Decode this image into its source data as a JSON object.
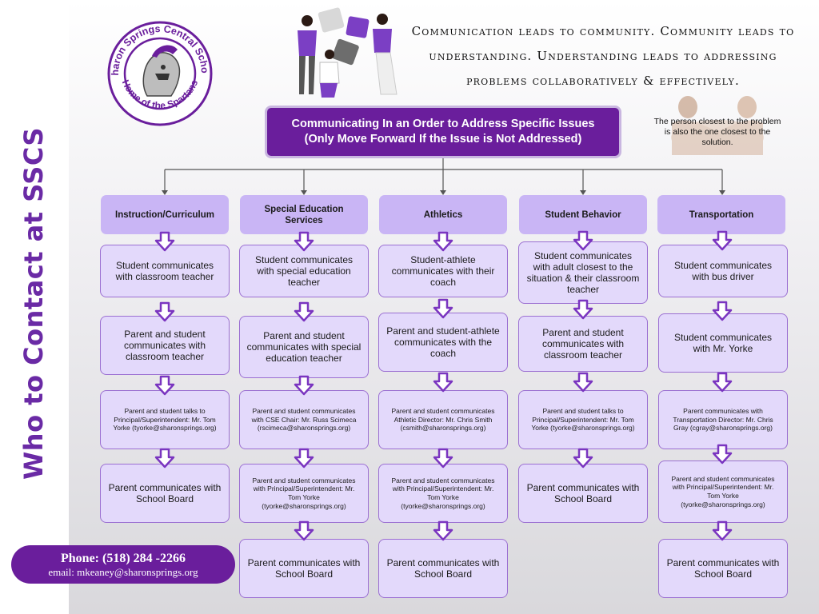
{
  "side_title": "Who to Contact at SSCS",
  "logo": {
    "top_text": "Sharon Springs Central School",
    "bottom_text": "Home of the Spartans"
  },
  "quote": "Communication leads to community. Community leads to understanding. Understanding leads to addressing problems collaboratively & effectively.",
  "main_header": {
    "line1": "Communicating In an Order to Address Specific Issues",
    "line2": "(Only Move Forward If the Issue is Not Addressed)"
  },
  "side_note": "The person closest to the problem is also the one closest to the solution.",
  "columns": [
    {
      "header": "Instruction/Curriculum",
      "steps": [
        "Student communicates with classroom teacher",
        "Parent and student communicates with classroom teacher",
        "Parent and student talks to Principal/Superintendent:  Mr. Tom Yorke (tyorke@sharonsprings.org)",
        "Parent communicates with School Board"
      ]
    },
    {
      "header": "Special Education Services",
      "steps": [
        "Student communicates with special education teacher",
        "Parent and student communicates with special education teacher",
        "Parent and student communicates with CSE Chair: Mr. Russ Scimeca (rscimeca@sharonsprings.org)",
        "Parent and student communicates with Principal/Superintendent:  Mr. Tom Yorke (tyorke@sharonsprings.org)",
        "Parent communicates with School Board"
      ]
    },
    {
      "header": "Athletics",
      "steps": [
        "Student-athlete communicates with their coach",
        "Parent and student-athlete communicates with the coach",
        "Parent and student communicates Athletic Director: Mr. Chris Smith (csmith@sharonsprings.org)",
        "Parent and student communicates with Principal/Superintendent:  Mr. Tom Yorke (tyorke@sharonsprings.org)",
        "Parent communicates with School Board"
      ]
    },
    {
      "header": "Student Behavior",
      "steps": [
        "Student communicates with adult closest to the situation & their classroom teacher",
        "Parent and student communicates with classroom teacher",
        "Parent and student talks to Principal/Superintendent:  Mr. Tom Yorke (tyorke@sharonsprings.org)",
        "Parent communicates with School Board"
      ]
    },
    {
      "header": "Transportation",
      "steps": [
        "Student communicates with bus driver",
        "Student communicates with Mr. Yorke",
        "Parent communicates with Transportation Director:  Mr. Chris Gray (cgray@sharonsprings.org)",
        "Parent and student communicates with Principal/Superintendent:  Mr. Tom Yorke (tyorke@sharonsprings.org)",
        "Parent communicates with School Board"
      ]
    }
  ],
  "contact": {
    "phone": "Phone: (518) 284 -2266",
    "email": "email: mkeaney@sharonsprings.org"
  },
  "colors": {
    "purple_dark": "#6a1e9c",
    "purple_header": "#c9b5f5",
    "purple_step": "#e3d9fb",
    "title_purple": "#6a2aa5"
  }
}
